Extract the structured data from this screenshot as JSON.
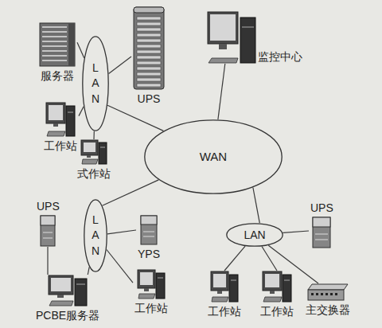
{
  "diagram": {
    "nodes": [
      {
        "text": [
          "服务器"
        ]
      },
      {
        "text": [
          "UPS"
        ]
      },
      {
        "text": [
          "监控中心"
        ]
      },
      {
        "text": [
          "LAN"
        ]
      },
      {
        "text": [
          "工作站"
        ]
      },
      {
        "text": [
          "式作站"
        ]
      },
      {
        "text": [
          "WAN"
        ]
      },
      {
        "text": [
          "UPS"
        ]
      },
      {
        "text": [
          "LAN"
        ]
      },
      {
        "text": [
          "YPS"
        ]
      },
      {
        "text": [
          "UPS"
        ]
      },
      {
        "text": [
          "LAN"
        ]
      },
      {
        "text": [
          "PCBE服务器"
        ]
      },
      {
        "text": [
          "工作站"
        ]
      },
      {
        "text": [
          "工作站"
        ]
      },
      {
        "text": [
          "工作站"
        ]
      },
      {
        "text": [
          "主交换器"
        ]
      }
    ],
    "edges": [
      {
        "from": 0,
        "to": 3,
        "arrow": "none"
      },
      {
        "from": 1,
        "to": 3,
        "arrow": "none"
      },
      {
        "from": 4,
        "to": 3,
        "arrow": "none"
      },
      {
        "from": 5,
        "to": 3,
        "arrow": "none"
      },
      {
        "from": 3,
        "to": 6,
        "arrow": "none"
      },
      {
        "from": 2,
        "to": 6,
        "arrow": "none"
      },
      {
        "from": 8,
        "to": 6,
        "arrow": "none"
      },
      {
        "from": 11,
        "to": 6,
        "arrow": "none"
      },
      {
        "from": 7,
        "to": 12,
        "arrow": "none"
      },
      {
        "from": 8,
        "to": 12,
        "arrow": "none"
      },
      {
        "from": 8,
        "to": 9,
        "arrow": "none"
      },
      {
        "from": 8,
        "to": 13,
        "arrow": "none"
      },
      {
        "from": 11,
        "to": 10,
        "arrow": "none"
      },
      {
        "from": 11,
        "to": 14,
        "arrow": "none"
      },
      {
        "from": 11,
        "to": 15,
        "arrow": "none"
      },
      {
        "from": 11,
        "to": 16,
        "arrow": "none"
      }
    ]
  }
}
